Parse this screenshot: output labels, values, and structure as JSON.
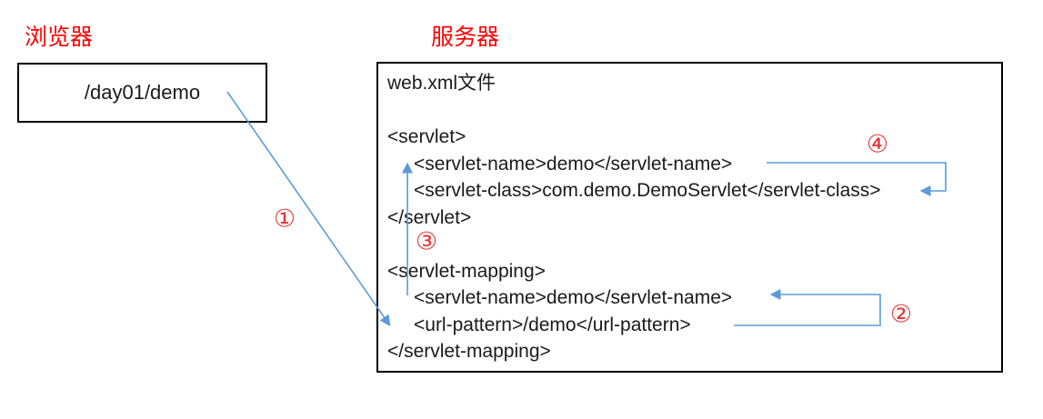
{
  "labels": {
    "browser": "浏览器",
    "server": "服务器"
  },
  "browser": {
    "url": "/day01/demo"
  },
  "server": {
    "file_title": "web.xml文件",
    "lines": [
      "<servlet>",
      "<servlet-name>demo</servlet-name>",
      "<servlet-class>com.demo.DemoServlet</servlet-class>",
      "</servlet>",
      "<servlet-mapping>",
      "<servlet-name>demo</servlet-name>",
      "<url-pattern>/demo</url-pattern>",
      "</servlet-mapping>"
    ]
  },
  "steps": {
    "s1": "①",
    "s2": "②",
    "s3": "③",
    "s4": "④"
  },
  "colors": {
    "arrow_blue": "#5B9BD5",
    "label_red": "#FF0000",
    "box_border": "#000000"
  }
}
